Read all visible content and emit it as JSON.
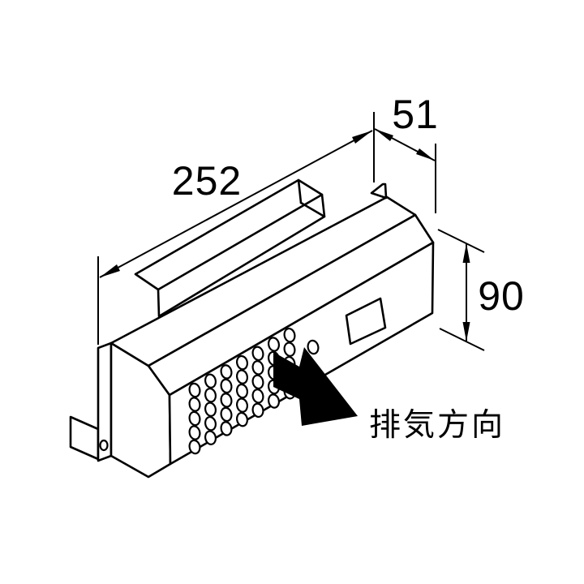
{
  "diagram": {
    "dimensions": {
      "width_label": "252",
      "depth_label": "51",
      "height_label": "90"
    },
    "annotations": {
      "exhaust_direction_label": "排気方向"
    },
    "colors": {
      "line": "#000000",
      "background": "#ffffff",
      "arrow_fill": "#000000"
    }
  }
}
